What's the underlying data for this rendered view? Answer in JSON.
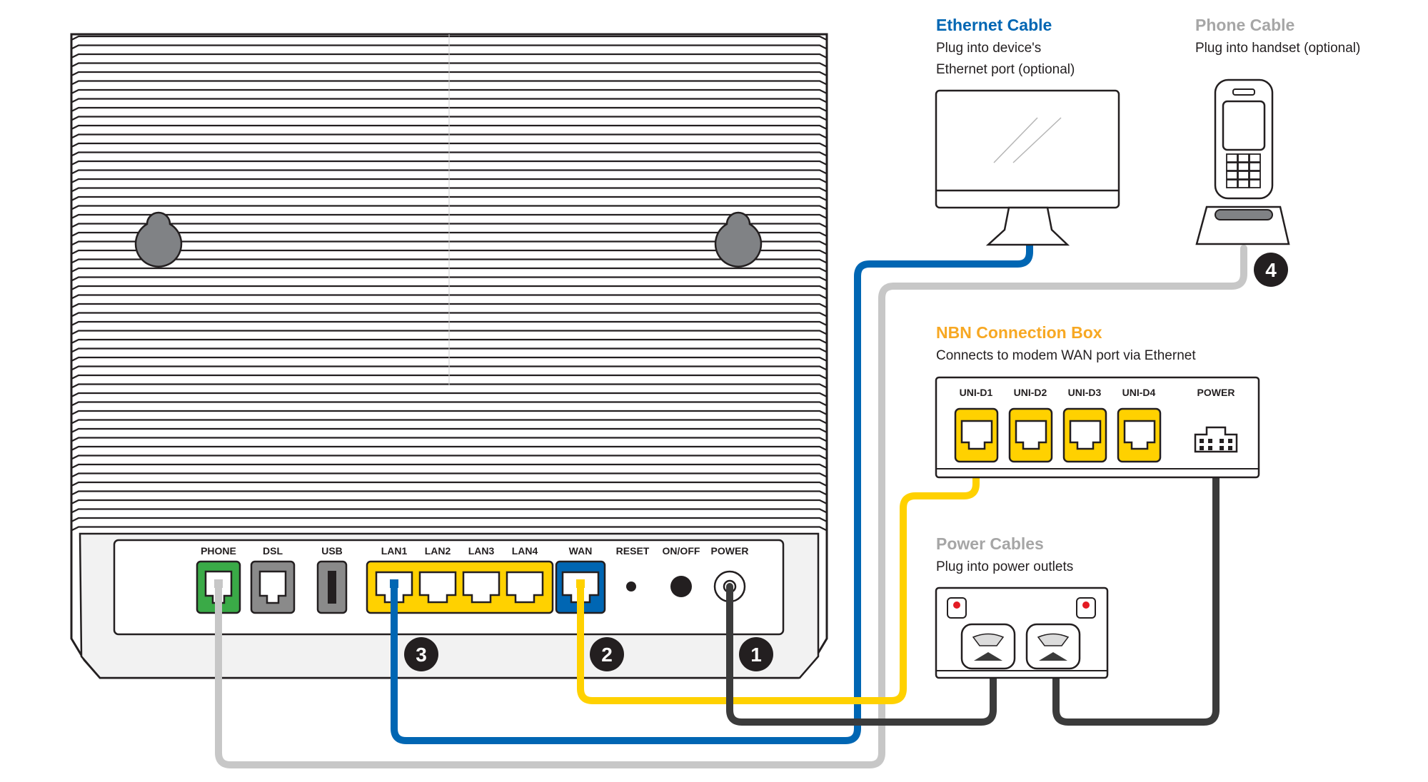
{
  "colors": {
    "ethernet": "#0066b3",
    "phone": "#c7c7c7",
    "nbn": "#f7a823",
    "wan_cable": "#ffd100",
    "power_cable": "#3b3b3b",
    "power_heading": "#a6a6a6",
    "lan_yellow": "#ffd100",
    "wan_blue": "#0066b3",
    "phone_green": "#3aaa47",
    "dsl_grey": "#8a8a8a",
    "outline": "#231f20"
  },
  "modem": {
    "ports": {
      "phone": "PHONE",
      "dsl": "DSL",
      "usb": "USB",
      "lan1": "LAN1",
      "lan2": "LAN2",
      "lan3": "LAN3",
      "lan4": "LAN4",
      "wan": "WAN",
      "reset": "RESET",
      "onoff": "ON/OFF",
      "power": "POWER"
    },
    "steps": [
      "1",
      "2",
      "3",
      "4"
    ]
  },
  "ethernet_device": {
    "title": "Ethernet Cable",
    "line1": "Plug into device's",
    "line2": "Ethernet port (optional)"
  },
  "phone_device": {
    "title": "Phone Cable",
    "line1": "Plug into handset (optional)"
  },
  "nbn_box": {
    "title": "NBN Connection Box",
    "subtitle": "Connects to modem WAN port via Ethernet",
    "ports": {
      "uni_d1": "UNI-D1",
      "uni_d2": "UNI-D2",
      "uni_d3": "UNI-D3",
      "uni_d4": "UNI-D4",
      "power": "POWER"
    }
  },
  "power_outlets": {
    "title": "Power Cables",
    "subtitle": "Plug into power outlets"
  }
}
